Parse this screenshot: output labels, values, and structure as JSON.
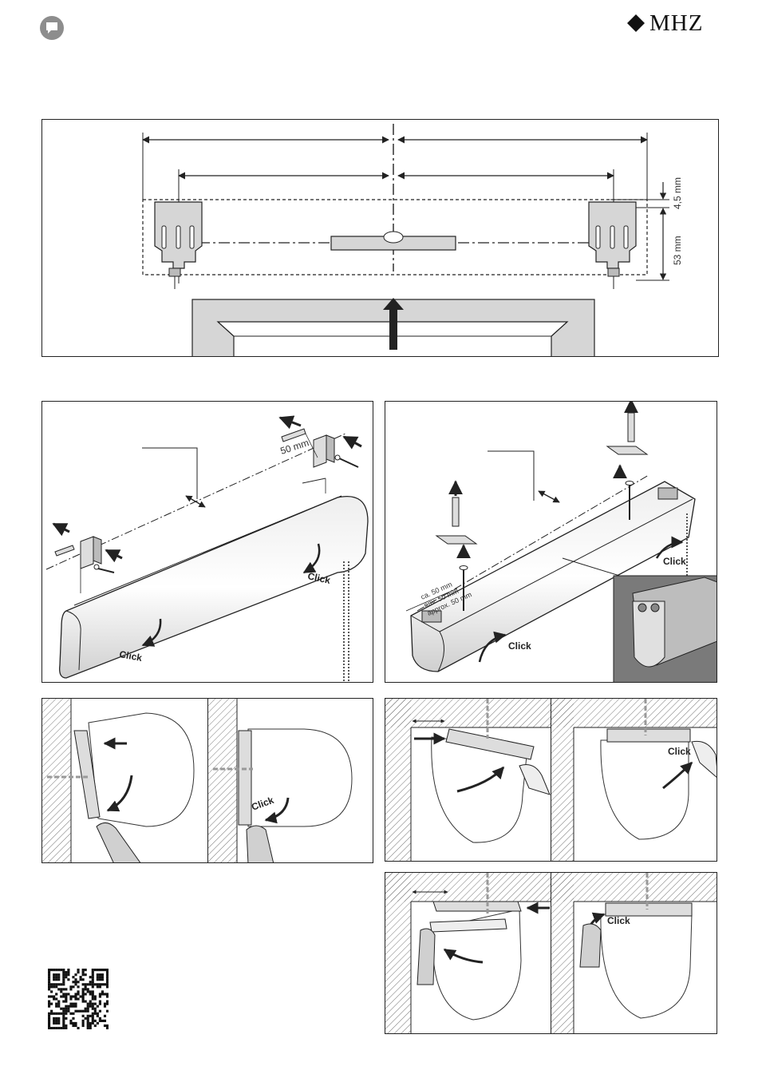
{
  "brand": {
    "name": "MHZ"
  },
  "icons": {
    "logo": "diamond-logo-icon",
    "chat": "speech-bubble-icon",
    "qr": "qr-code-icon"
  },
  "diagram_top": {
    "dim_45": "4,5 mm",
    "dim_53": "53 mm"
  },
  "panel_a": {
    "dim_50": "50 mm",
    "click1": "Click",
    "click2": "Click"
  },
  "panel_b": {
    "click1": "Click",
    "click2": "Click",
    "dist1": "ca. 50 mm",
    "dist2": "env. 50 mm",
    "dist3": "approx. 50 mm"
  },
  "panel_c2": {
    "click": "Click"
  },
  "panel_d2": {
    "click": "Click"
  },
  "panel_e2": {
    "click": "Click"
  },
  "colors": {
    "hatch": "#555555",
    "grey_fill": "#d6d6d6",
    "line": "#222222"
  }
}
